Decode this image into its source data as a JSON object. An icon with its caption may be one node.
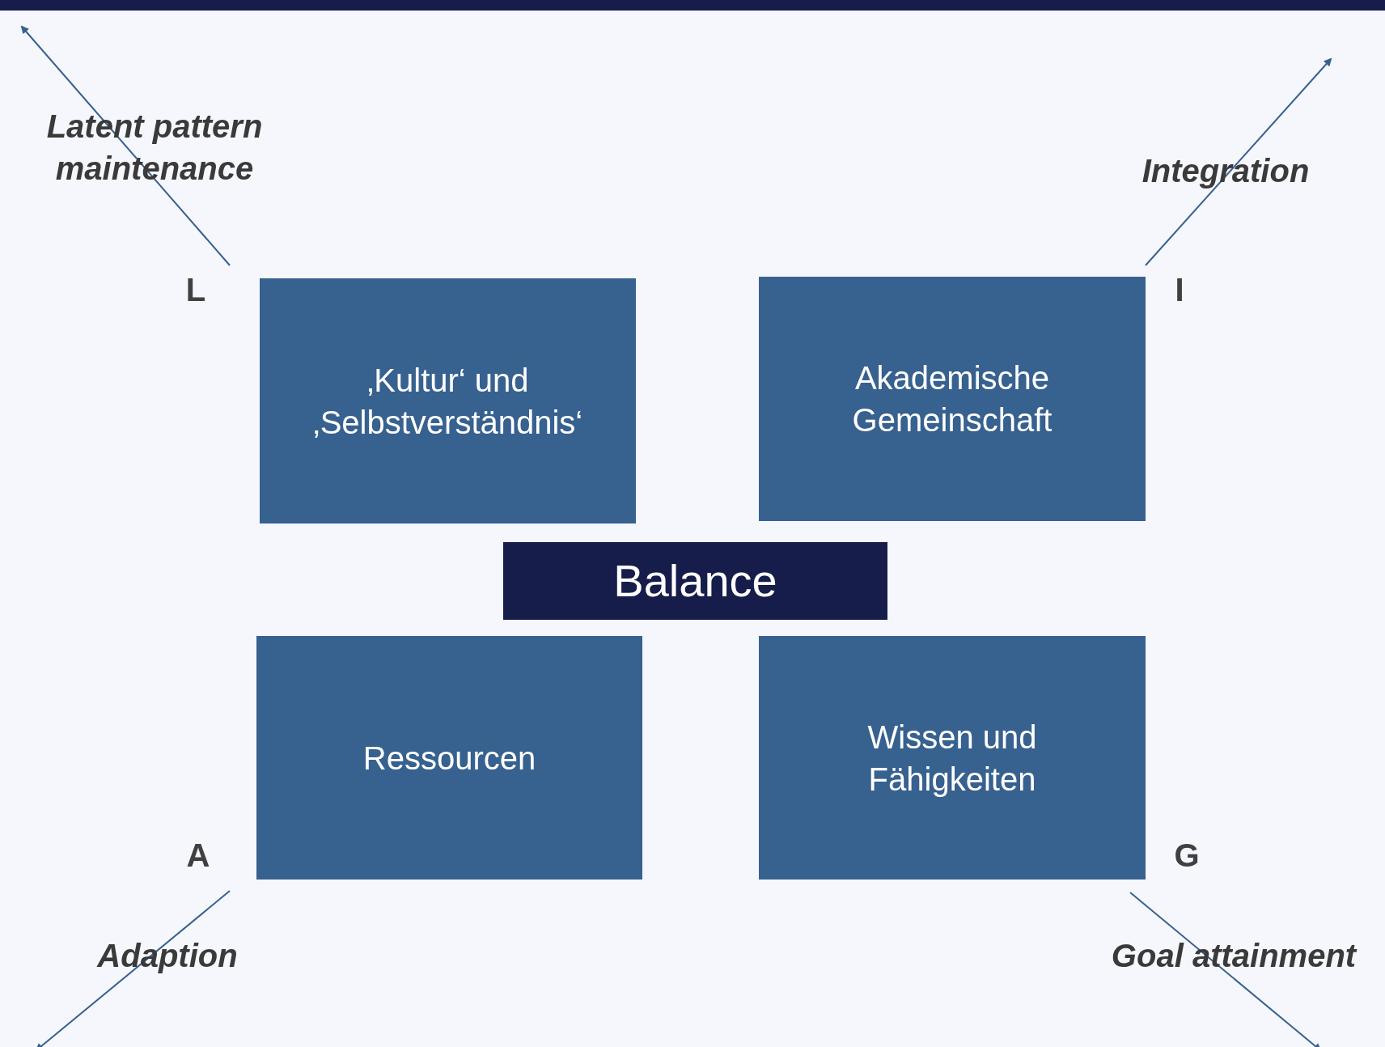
{
  "diagram": {
    "nodes": [
      {
        "text": [
          "‚Kultur‘ und ‚Selbstverständnis‘"
        ]
      },
      {
        "text": [
          "Akademische Gemeinschaft"
        ]
      },
      {
        "text": [
          "Balance"
        ]
      },
      {
        "text": [
          "Ressourcen"
        ]
      },
      {
        "text": [
          "Wissen und Fähigkeiten"
        ]
      }
    ],
    "edges": [
      {
        "from": 0,
        "to": null,
        "arrow": "to"
      },
      {
        "from": 1,
        "to": null,
        "arrow": "to"
      },
      {
        "from": 3,
        "to": null,
        "arrow": "to"
      },
      {
        "from": 4,
        "to": null,
        "arrow": "to"
      }
    ],
    "labels": [
      "Latent pattern maintenance",
      "Integration",
      "L",
      "I",
      "A",
      "G",
      "Adaption",
      "Goal attainment"
    ]
  }
}
